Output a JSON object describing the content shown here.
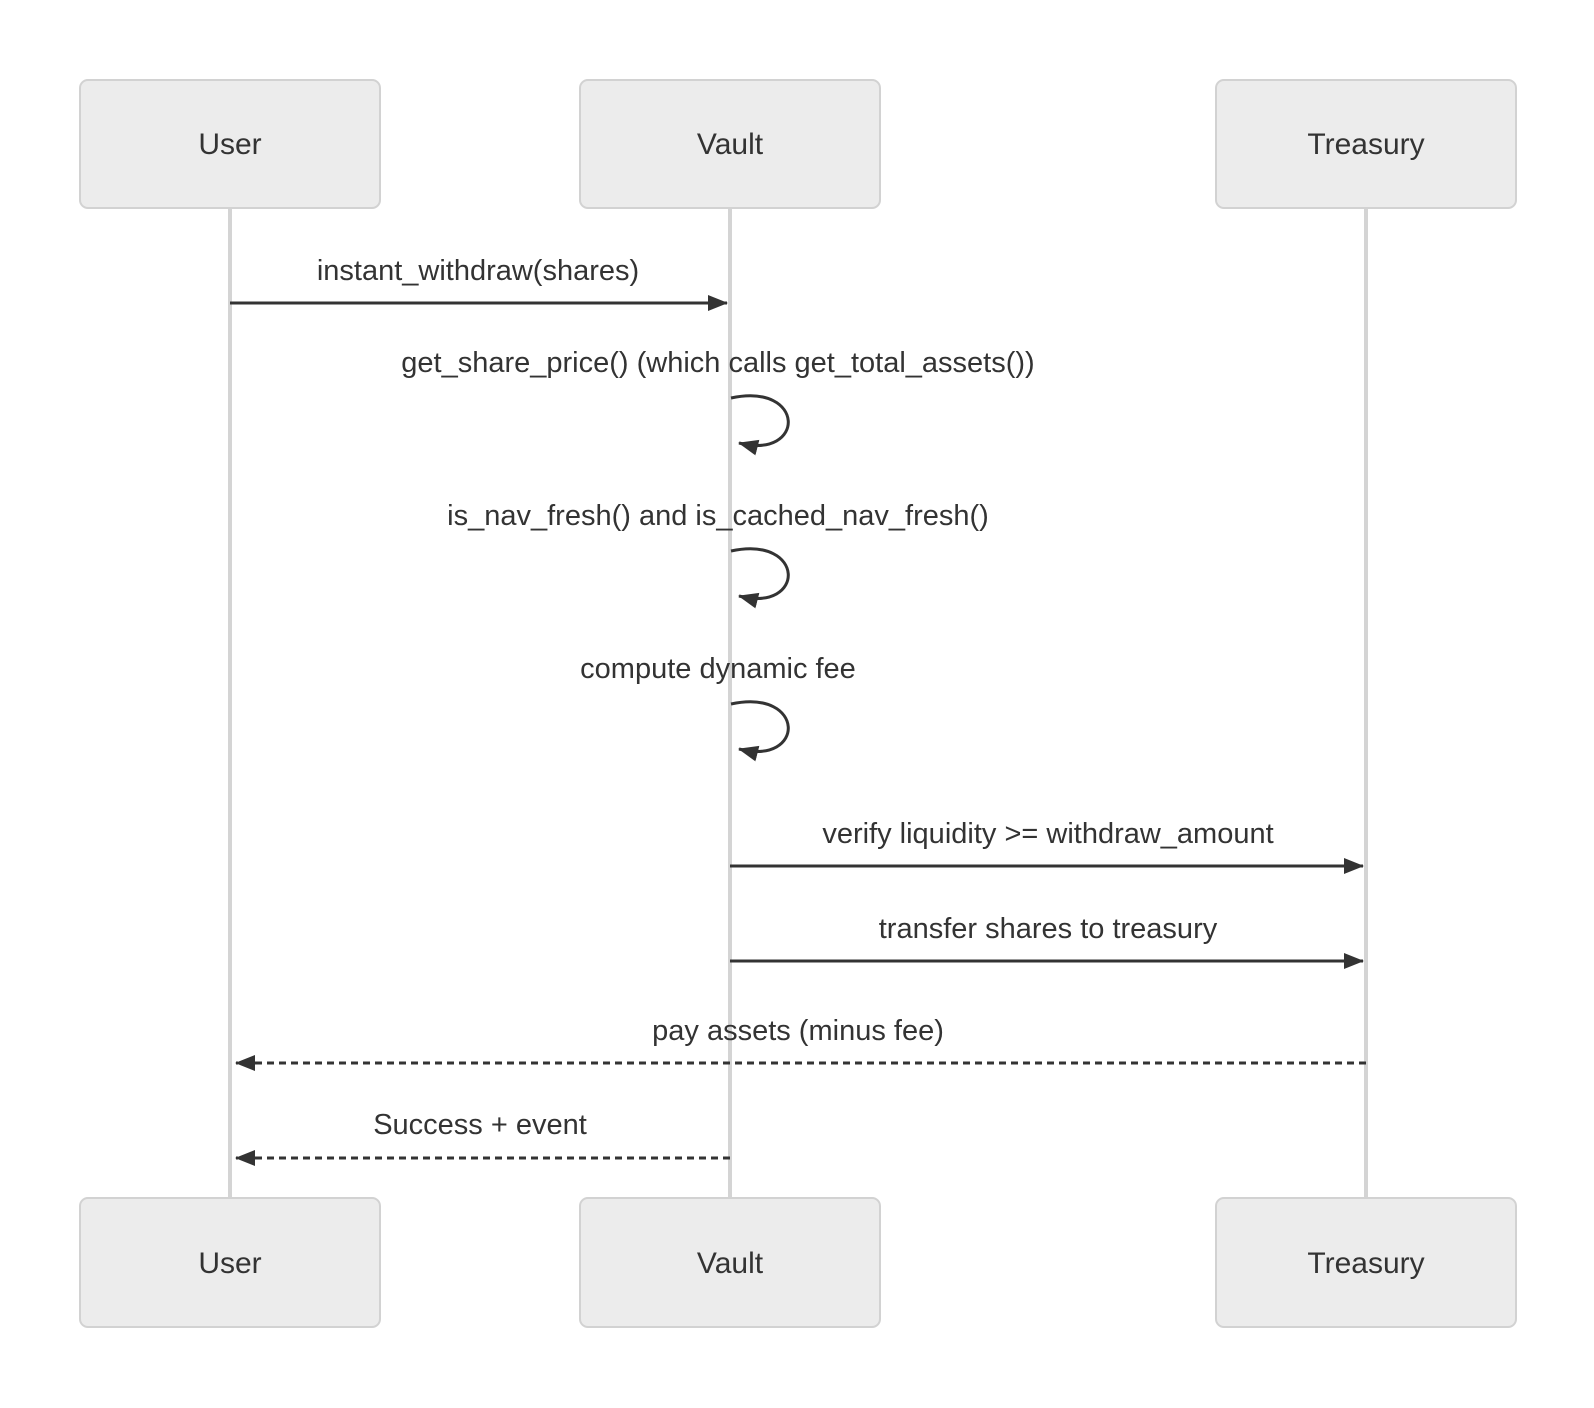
{
  "diagram": {
    "kind": "sequence-diagram",
    "actors": [
      {
        "id": "user",
        "name": "User"
      },
      {
        "id": "vault",
        "name": "Vault"
      },
      {
        "id": "treasury",
        "name": "Treasury"
      }
    ],
    "messages": [
      {
        "from": "User",
        "to": "Vault",
        "label": "instant_withdraw(shares)",
        "line": "solid"
      },
      {
        "from": "Vault",
        "to": "Vault",
        "label": "get_share_price() (which calls get_total_assets())",
        "line": "self-loop"
      },
      {
        "from": "Vault",
        "to": "Vault",
        "label": "is_nav_fresh() and is_cached_nav_fresh()",
        "line": "self-loop"
      },
      {
        "from": "Vault",
        "to": "Vault",
        "label": "compute dynamic fee",
        "line": "self-loop"
      },
      {
        "from": "Vault",
        "to": "Treasury",
        "label": "verify liquidity >= withdraw_amount",
        "line": "solid"
      },
      {
        "from": "Vault",
        "to": "Treasury",
        "label": "transfer shares to treasury",
        "line": "solid"
      },
      {
        "from": "Treasury",
        "to": "User",
        "label": "pay assets (minus fee)",
        "line": "dashed"
      },
      {
        "from": "Vault",
        "to": "User",
        "label": "Success + event",
        "line": "dashed"
      }
    ],
    "colors": {
      "background": "#ffffff",
      "actor_fill": "#ececec",
      "actor_border": "#d2d2d2",
      "lifeline": "#d4d4d4",
      "message": "#333333"
    }
  }
}
